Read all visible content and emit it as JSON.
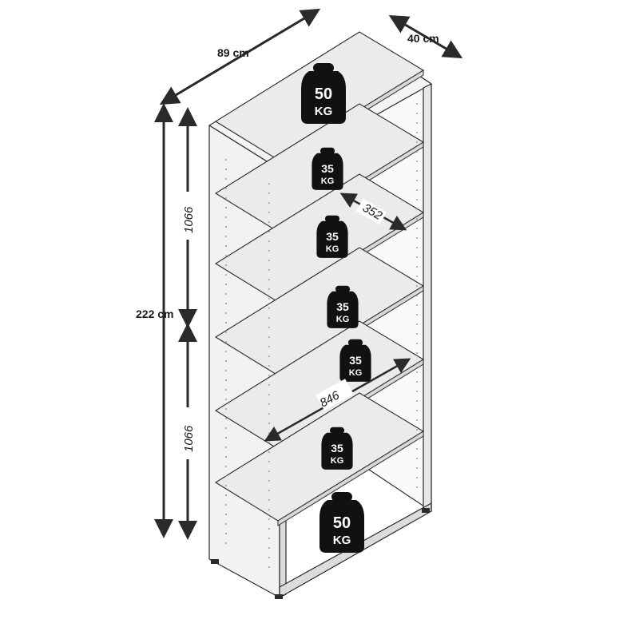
{
  "dimensions": {
    "width": "89 cm",
    "depth": "40 cm",
    "height": "222 cm",
    "upper_section": "1066",
    "lower_section": "1066",
    "shelf_depth": "352",
    "shelf_width": "846"
  },
  "weights": [
    {
      "value": "50",
      "unit": "KG"
    },
    {
      "value": "35",
      "unit": "KG"
    },
    {
      "value": "35",
      "unit": "KG"
    },
    {
      "value": "35",
      "unit": "KG"
    },
    {
      "value": "35",
      "unit": "KG"
    },
    {
      "value": "35",
      "unit": "KG"
    },
    {
      "value": "50",
      "unit": "KG"
    }
  ],
  "colors": {
    "outline": "#2a2a2a",
    "panel": "#f2f2f2",
    "shelf": "#e6e6e6",
    "back": "#fafafa",
    "weight": "#111111"
  }
}
